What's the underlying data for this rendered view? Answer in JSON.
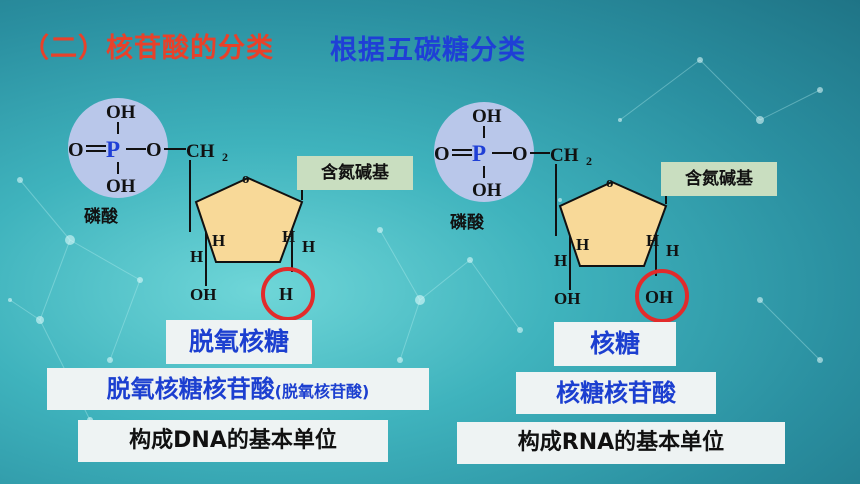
{
  "slide": {
    "title": "（二）核苷酸的分类",
    "subtitle": "根据五碳糖分类"
  },
  "left": {
    "phosphate": {
      "oh_top": "OH",
      "o_left": "O",
      "p": "P",
      "o_right": "O",
      "ch2": "CH",
      "sub2": "2",
      "oh_bottom": "OH",
      "label": "磷酸"
    },
    "ring_o": "o",
    "base_label": "含氮碱基",
    "h_labels": [
      "H",
      "H",
      "H",
      "H"
    ],
    "oh_left": "OH",
    "circled": "H",
    "sugar_name": "脱氧核糖",
    "nucleotide_name": "脱氧核糖核苷酸",
    "nucleotide_alias": "(脱氧核苷酸)",
    "unit_desc": "构成DNA的基本单位"
  },
  "right": {
    "phosphate": {
      "oh_top": "OH",
      "o_left": "O",
      "p": "P",
      "o_right": "O",
      "ch2": "CH",
      "sub2": "2",
      "oh_bottom": "OH",
      "label": "磷酸"
    },
    "ring_o": "o",
    "base_label": "含氮碱基",
    "h_labels": [
      "H",
      "H",
      "H",
      "H"
    ],
    "oh_left": "OH",
    "circled": "OH",
    "sugar_name": "核糖",
    "nucleotide_name": "核糖核苷酸",
    "unit_desc": "构成RNA的基本单位"
  },
  "colors": {
    "title": "#e8412a",
    "subtitle": "#1f3fd6",
    "phosphate_circle": "#b9c7ea",
    "sugar": "#f8d998",
    "base_box": "#c9dec0",
    "highlight_ring": "#e22b2b",
    "phosphorus": "#1f3fd6"
  }
}
